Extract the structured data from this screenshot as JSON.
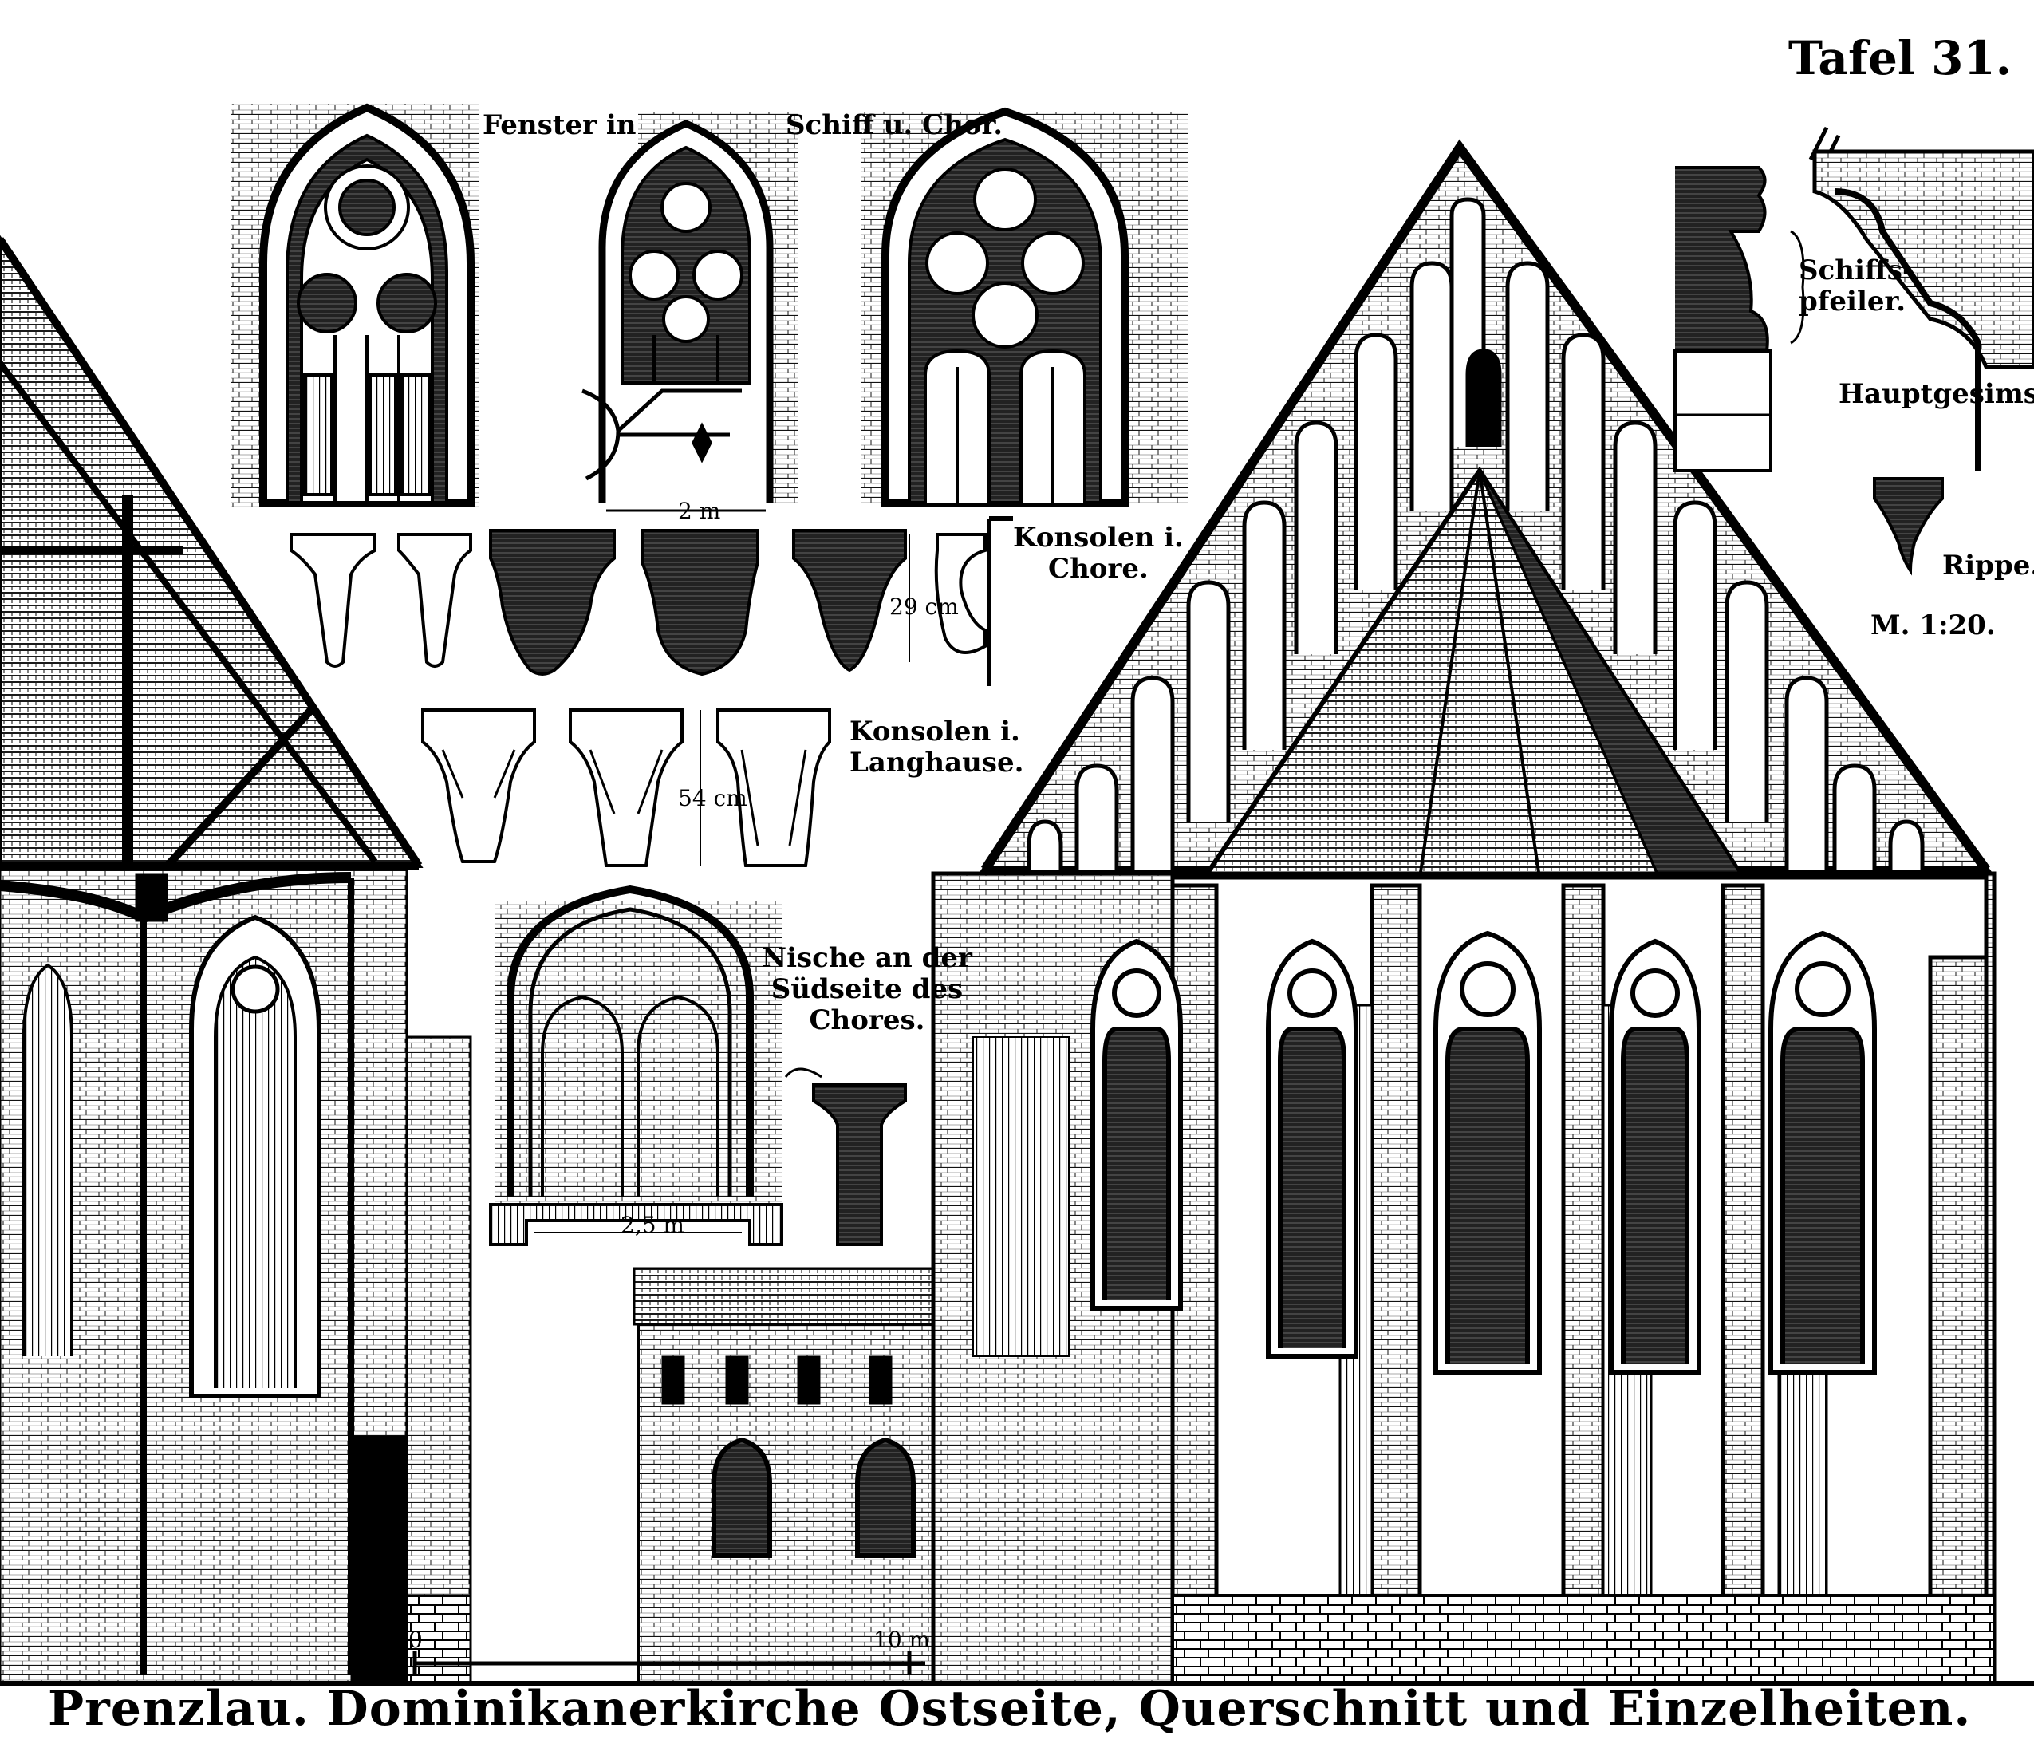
{
  "plate_label": "Tafel 31.",
  "caption": "Prenzlau. Dominikanerkirche Ostseite, Querschnitt und Einzelheiten.",
  "windows_label_left": "Fenster in",
  "windows_label_right": "Schiff u. Chor.",
  "dim_window": "2 m",
  "consoles_choir_label": [
    "Konsolen i.",
    "Chore."
  ],
  "dim_console_choir": "29 cm",
  "consoles_nave_label": [
    "Konsolen i.",
    "Langhause."
  ],
  "dim_console_nave": "54 cm",
  "niche_label": [
    "Nische an der",
    "Südseite des",
    "Chores."
  ],
  "dim_niche": "2,5 m",
  "pillar_label": [
    "Schiffs-",
    "pfeiler."
  ],
  "cornice_label": "Hauptgesims.",
  "rib_label": "Rippe.",
  "scale_ratio": "M. 1:20.",
  "scale_bar_start": "0",
  "scale_bar_end": "10 m"
}
